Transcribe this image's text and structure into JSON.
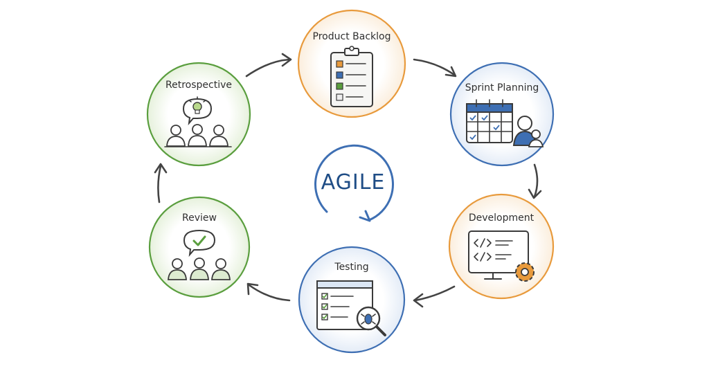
{
  "center": {
    "label": "AGILE"
  },
  "stages": [
    {
      "id": "backlog",
      "label": "Product Backlog",
      "color": "#e89a3c",
      "icon": "clipboard-checklist-icon"
    },
    {
      "id": "planning",
      "label": "Sprint Planning",
      "color": "#3e6fb3",
      "icon": "calendar-person-icon"
    },
    {
      "id": "development",
      "label": "Development",
      "color": "#e89a3c",
      "icon": "code-monitor-gear-icon"
    },
    {
      "id": "testing",
      "label": "Testing",
      "color": "#3e6fb3",
      "icon": "bug-search-checklist-icon"
    },
    {
      "id": "review",
      "label": "Review",
      "color": "#5a9e3e",
      "icon": "team-checkmark-icon"
    },
    {
      "id": "retrospective",
      "label": "Retrospective",
      "color": "#5a9e3e",
      "icon": "team-lightbulb-icon"
    }
  ],
  "colors": {
    "orange": "#e89a3c",
    "blue": "#3e6fb3",
    "green": "#5a9e3e",
    "center_text": "#1f4d86"
  }
}
